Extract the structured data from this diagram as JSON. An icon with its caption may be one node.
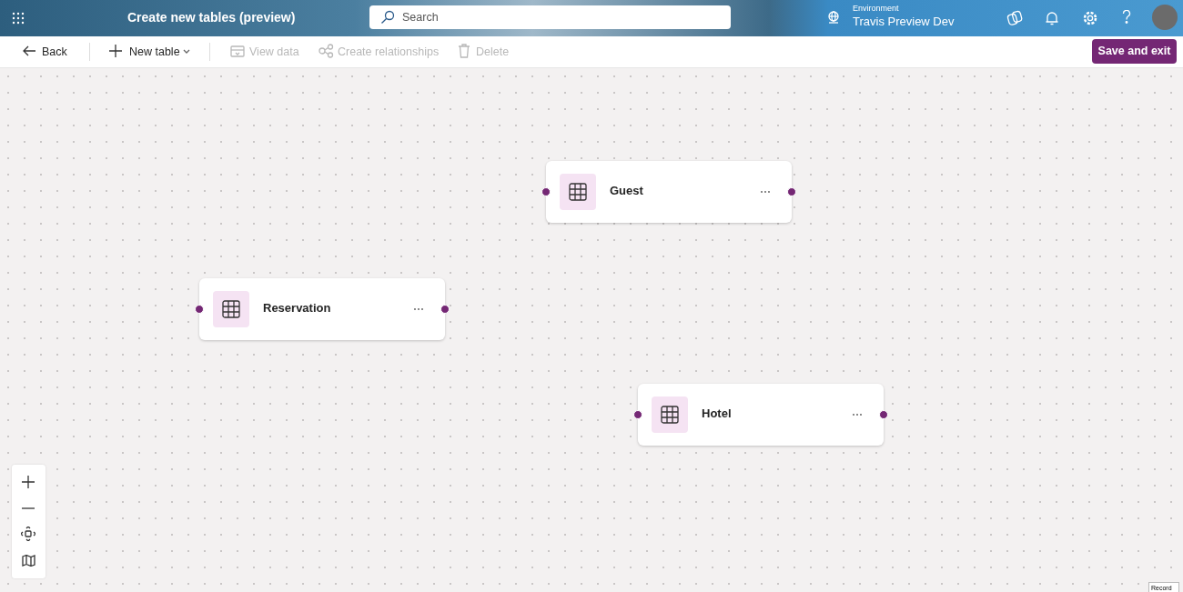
{
  "diagram": {
    "title": "Create new tables (preview)",
    "nodes": [
      {
        "text": [
          "Guest"
        ]
      },
      {
        "text": [
          "Reservation"
        ]
      },
      {
        "text": [
          "Hotel"
        ]
      }
    ],
    "labels": [
      "Search",
      "Environment",
      "Travis Preview Dev",
      "Back",
      "New table",
      "View data",
      "Create relationships",
      "Delete",
      "Save and exit",
      "Record"
    ]
  }
}
